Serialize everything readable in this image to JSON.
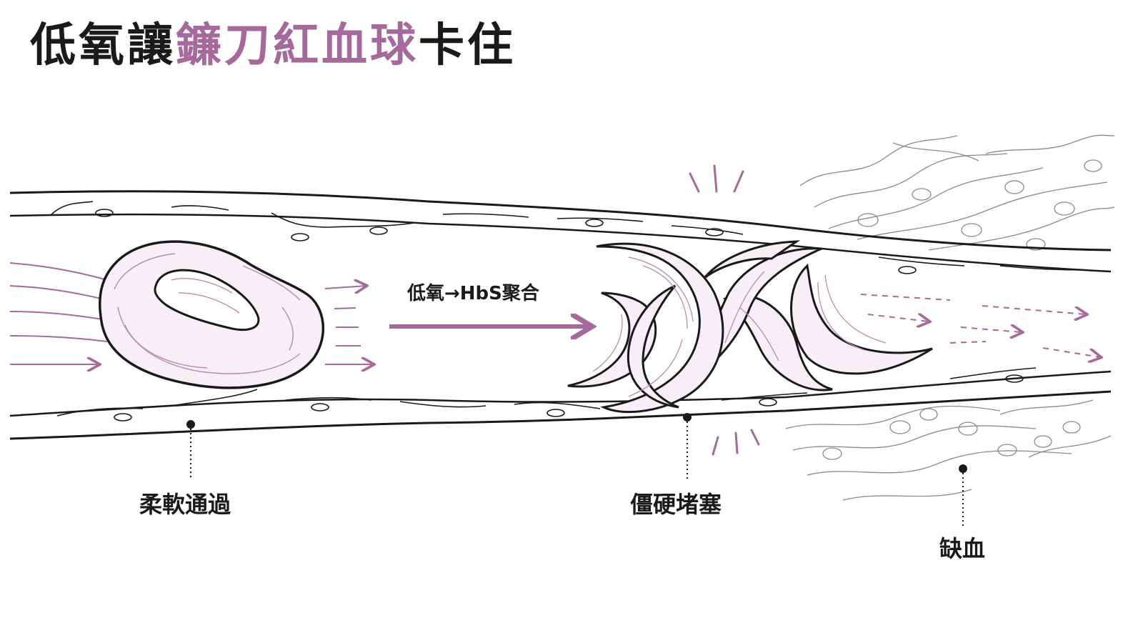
{
  "title": {
    "prefix": "低氧讓",
    "highlight": "鐮刀紅血球",
    "suffix": "卡住"
  },
  "labels": {
    "flexible": "柔軟通過",
    "process": "低氧→HbS聚合",
    "blocked": "僵硬堵塞",
    "ischemia": "缺血"
  },
  "colors": {
    "accent": "#a56a9b",
    "ink": "#1a1a1a",
    "cell_fill": "#f7eef6",
    "tissue_line": "#8a8a8a"
  }
}
